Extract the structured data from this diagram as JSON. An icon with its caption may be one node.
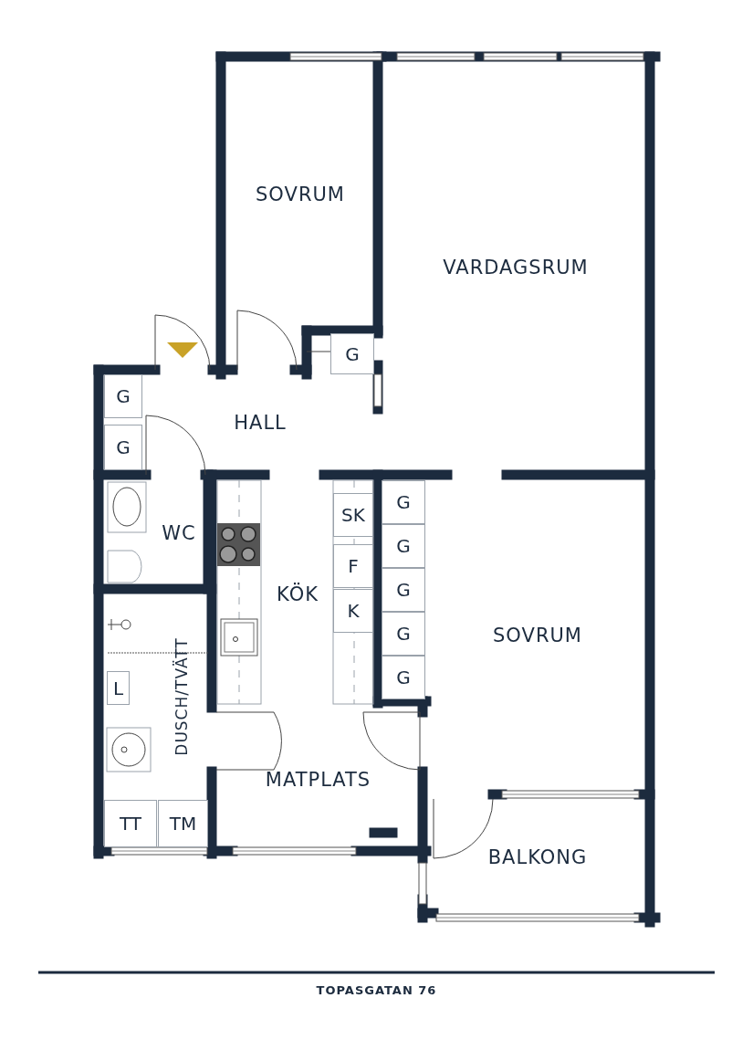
{
  "diagram": {
    "caption": "TOPASGATAN 76",
    "nodes": [
      {
        "text": [
          "SOVRUM"
        ]
      },
      {
        "text": [
          "VARDAGSRUM"
        ]
      },
      {
        "text": [
          "G"
        ]
      },
      {
        "text": [
          "G"
        ]
      },
      {
        "text": [
          "HALL"
        ]
      },
      {
        "text": [
          "G"
        ]
      },
      {
        "text": [
          "SK"
        ]
      },
      {
        "text": [
          "G"
        ]
      },
      {
        "text": [
          "WC"
        ]
      },
      {
        "text": [
          "G"
        ]
      },
      {
        "text": [
          "F"
        ]
      },
      {
        "text": [
          "KÖK"
        ]
      },
      {
        "text": [
          "G"
        ]
      },
      {
        "text": [
          "K"
        ]
      },
      {
        "text": [
          "SOVRUM"
        ]
      },
      {
        "text": [
          "G"
        ]
      },
      {
        "text": [
          "G"
        ]
      },
      {
        "text": [
          "L"
        ]
      },
      {
        "text": [
          "DUSCH/TVÄTT"
        ]
      },
      {
        "text": [
          "MATPLATS"
        ]
      },
      {
        "text": [
          "TT"
        ]
      },
      {
        "text": [
          "TM"
        ]
      },
      {
        "text": [
          "BALKONG"
        ]
      }
    ]
  }
}
